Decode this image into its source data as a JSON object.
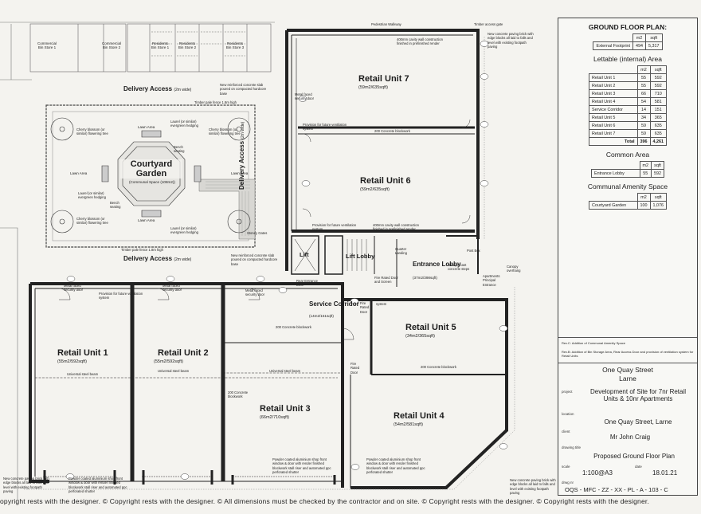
{
  "plan": {
    "units": [
      {
        "name": "Retail Unit 7",
        "area": "(59m2/635sqft)"
      },
      {
        "name": "Retail Unit 6",
        "area": "(59m2/635sqft)"
      },
      {
        "name": "Retail Unit 5",
        "area": "(34m2/365sqft)"
      },
      {
        "name": "Retail Unit 4",
        "area": "(54m2/581sqft)"
      },
      {
        "name": "Retail Unit 3",
        "area": "(66m2/710sqft)"
      },
      {
        "name": "Retail Unit 2",
        "area": "(55m2/592sqft)"
      },
      {
        "name": "Retail Unit 1",
        "area": "(55m2/592sqft)"
      }
    ],
    "rooms": {
      "service_corridor": "Service Corridor",
      "service_corridor_area": "(14m2/151sqft)",
      "entrance_lobby": "Entrance Lobby",
      "entrance_lobby_area": "(37m2/398sqft)",
      "lift": "Lift",
      "lift_lobby": "Lift Lobby",
      "courtyard": "Courtyard Garden",
      "courtyard_area": "(Communal Space (108m2))"
    },
    "delivery_top": "Delivery Access",
    "delivery_top_note": "(2m wide)",
    "delivery_bottom": "Delivery Access",
    "delivery_bottom_note": "(2m wide)",
    "delivery_vertical": "Delivery Access",
    "delivery_vertical_note": "(2m wide)",
    "bin_stores": [
      "Commercial Bin Store 1",
      "Commercial Bin Store 2",
      "Residents Bin Store 1",
      "Residents Bin Store 2",
      "Residents Bin Store 3"
    ],
    "notes": {
      "pedestrian": "Pedestrian Walkway",
      "timber_gate": "Timber access gate",
      "wall_top": "400mm cavity wall construction finished in prefinished render",
      "wall_top2": "400mm cavity wall construction finished in prefinished render",
      "concrete_block_1": "200 Concrete blockwork",
      "concrete_block_2": "200 Concrete blockwork",
      "concrete_block_3": "200 Concrete blockwork",
      "concrete_block_4": "200 Concrete blockwork",
      "vent_1": "Provision for future ventilation system",
      "vent_2": "Provision for future ventilation system",
      "vent_3": "Provision for future ventilation system",
      "vent_4": "Provision for future ventilation system",
      "steel_1": "Universal steel beam",
      "steel_2": "Universal steel beam",
      "steel_3": "Universal steel beam",
      "shopfront_1": "Powder coated aluminium shop front window & door with render finished blockwork stall riser and automated ppc perforated shutter",
      "shopfront_2": "Powder coated aluminium shop front window & door with render finished blockwork stall riser and automated ppc perforated shutter",
      "shopfront_3": "Powder coated aluminium shop front window & door with render finished blockwork stall riser and automated ppc perforated shutter",
      "paving_1": "New concrete paving brick with edge blocks all laid to falls and level with existing footpath paving",
      "paving_2": "New concrete paving brick with edge blocks all laid to falls and level with existing footpath paving",
      "paving_3": "New concrete paving brick with edge blocks all laid to falls and level with existing footpath paving",
      "security_1": "Metal faced security door",
      "security_2": "Metal faced security door",
      "security_3": "Metal faced security door",
      "security_4": "Metal faced security door",
      "slab": "New reinforced concrete slab poured on compacted hardcore base",
      "slab2": "New reinforced concrete slab poured on compacted hardcore base",
      "fence_top": "Timber pale fence 1.8m high",
      "fence_bottom": "Timber pale fence 1.8m high",
      "rear_entrance": "Rear Entrance Door",
      "post_box": "Post Box",
      "canopy": "Canopy overhang",
      "apartments": "Apartments Principal Entrance",
      "quarter": "Quarter Landing",
      "precast": "New precast concrete steps",
      "fire_door": "Fire Rated Door and Screen",
      "fire_door2": "Fire Rated Door",
      "fire_door3": "Fire Rated Door",
      "lawn": "Lawn Area",
      "cherry": "Cherry blossom (or similar) flowering tree",
      "laurel": "Laurel (or similar) evergreen hedging",
      "bench": "Bench seating",
      "stoney": "Stoney Gates"
    }
  },
  "title_block": {
    "heading": "GROUND FLOOR PLAN:",
    "external": {
      "label": "External Footprint",
      "m2": "494",
      "sqft": "5,317"
    },
    "lettable_title": "Lettable (internal) Area",
    "col_m2": "m2",
    "col_sqft": "sqft",
    "lettable_rows": [
      {
        "label": "Retail Unit 1",
        "m2": "55",
        "sqft": "592"
      },
      {
        "label": "Retail Unit 2",
        "m2": "55",
        "sqft": "592"
      },
      {
        "label": "Retail Unit 3",
        "m2": "66",
        "sqft": "710"
      },
      {
        "label": "Retail Unit 4",
        "m2": "54",
        "sqft": "581"
      },
      {
        "label": "Service Corridor",
        "m2": "14",
        "sqft": "151"
      },
      {
        "label": "Retail Unit 5",
        "m2": "34",
        "sqft": "365"
      },
      {
        "label": "Retail Unit 6",
        "m2": "59",
        "sqft": "635"
      },
      {
        "label": "Retail Unit 7",
        "m2": "59",
        "sqft": "635"
      }
    ],
    "total": {
      "label": "Total",
      "m2": "396",
      "sqft": "4,261"
    },
    "common_title": "Common Area",
    "common": {
      "label": "Entrance Lobby",
      "m2": "55",
      "sqft": "592"
    },
    "amenity_title": "Communal Amenity Space",
    "amenity": {
      "label": "Courtyard Garden",
      "m2": "100",
      "sqft": "1,076"
    },
    "rev_c": "Rev.C: Addition of Communal Amenity Space",
    "rev_b": "Rev.B: Addition of Bin Storage Area, Rear Access Door and provision of ventilation system for Retail Units",
    "project_name": "One Quay Street",
    "project_town": "Larne",
    "project_label": "project",
    "project_desc": "Development of Site for 7nr Retail Units & 10nr Apartments",
    "location_label": "location",
    "location": "One Quay Street, Larne",
    "client_label": "client",
    "client": "Mr John Craig",
    "drawing_label": "drawing title",
    "drawing_title": "Proposed Ground Floor Plan",
    "scale_label": "scale",
    "scale": "1:100@A3",
    "date_label": "date",
    "date": "18.01.21",
    "drwg_label": "drwg nr",
    "drwg_nr": "OQS - MFC - ZZ - XX - PL - A - 103 - C"
  },
  "footer": "opyright rests with the designer. © Copyright rests with the designer. © All dimensions must be checked by the contractor and on site. © Copyright rests with the designer. © Copyright rests with the designer."
}
